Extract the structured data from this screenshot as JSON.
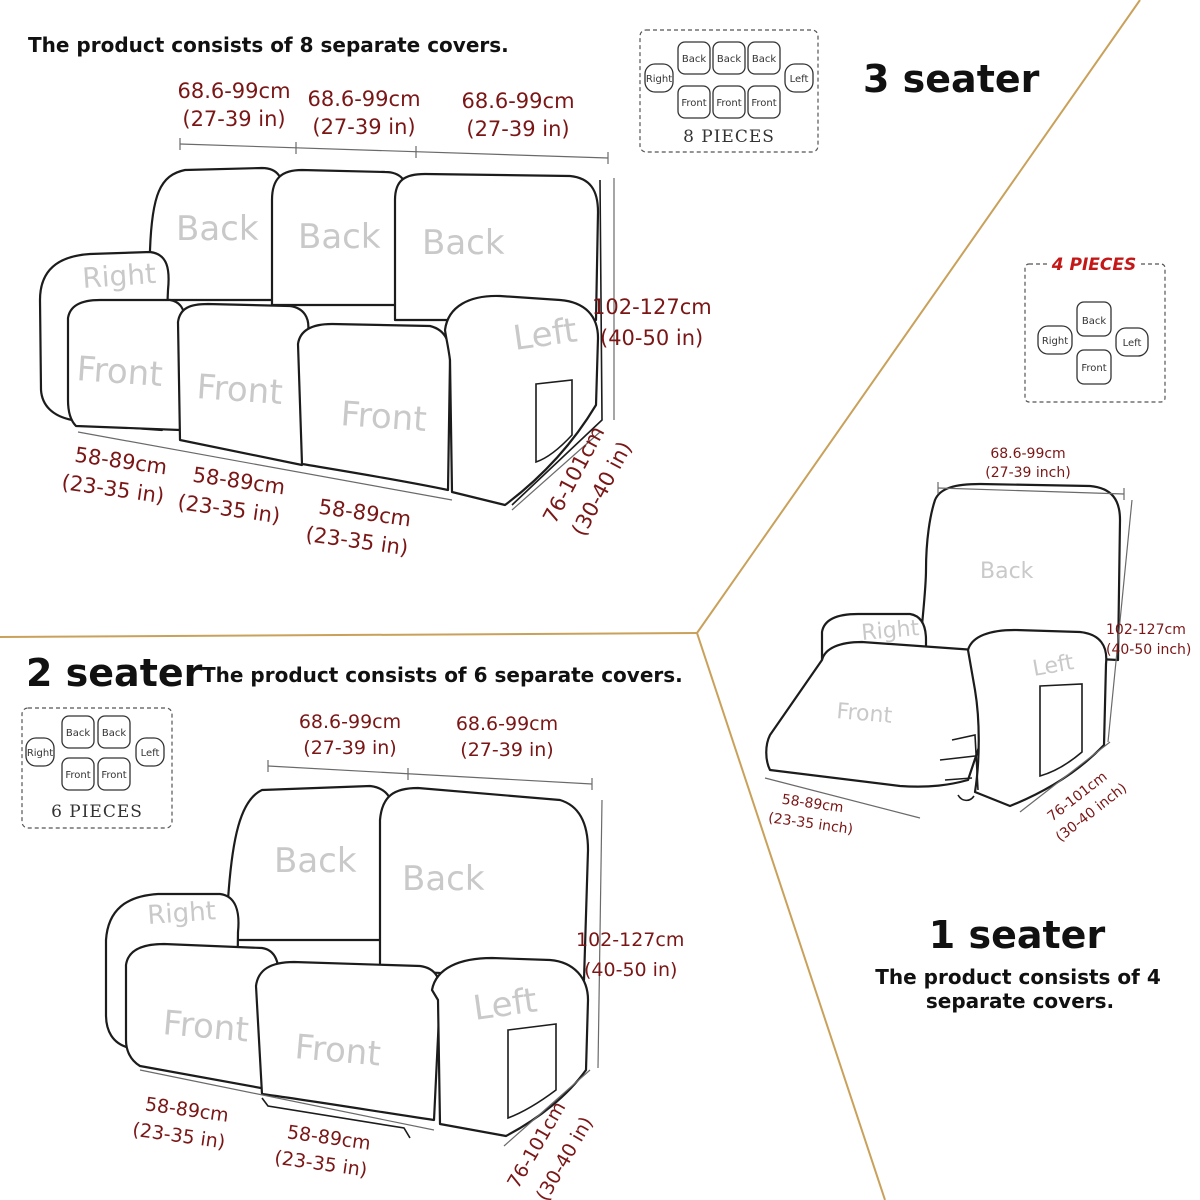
{
  "three_seater": {
    "title": "3 seater",
    "description": "The product consists of 8 separate covers.",
    "width_labels": [
      {
        "cm": "68.6-99cm",
        "in": "(27-39 in)"
      },
      {
        "cm": "68.6-99cm",
        "in": "(27-39 in)"
      },
      {
        "cm": "68.6-99cm",
        "in": "(27-39 in)"
      }
    ],
    "height_label": {
      "cm": "102-127cm",
      "in": "(40-50 in)"
    },
    "seat_labels": [
      {
        "cm": "58-89cm",
        "in": "(23-35 in)"
      },
      {
        "cm": "58-89cm",
        "in": "(23-35 in)"
      },
      {
        "cm": "58-89cm",
        "in": "(23-35 in)"
      }
    ],
    "depth_label": {
      "cm": "76-101cm",
      "in": "(30-40 in)"
    },
    "parts": {
      "back": "Back",
      "front": "Front",
      "right": "Right",
      "left": "Left"
    },
    "pieces_box": {
      "caption": "8 PIECES",
      "tiles": [
        "Back",
        "Back",
        "Back",
        "Right",
        "Left",
        "Front",
        "Front",
        "Front"
      ]
    }
  },
  "two_seater": {
    "title": "2 seater",
    "description": "The product consists of 6 separate covers.",
    "width_labels": [
      {
        "cm": "68.6-99cm",
        "in": "(27-39 in)"
      },
      {
        "cm": "68.6-99cm",
        "in": "(27-39 in)"
      }
    ],
    "height_label": {
      "cm": "102-127cm",
      "in": "(40-50 in)"
    },
    "seat_labels": [
      {
        "cm": "58-89cm",
        "in": "(23-35 in)"
      },
      {
        "cm": "58-89cm",
        "in": "(23-35 in)"
      }
    ],
    "depth_label": {
      "cm": "76-101cm",
      "in": "(30-40 in)"
    },
    "parts": {
      "back": "Back",
      "front": "Front",
      "right": "Right",
      "left": "Left"
    },
    "pieces_box": {
      "caption": "6 PIECES",
      "tiles": [
        "Back",
        "Back",
        "Right",
        "Left",
        "Front",
        "Front"
      ]
    }
  },
  "one_seater": {
    "title": "1 seater",
    "description_line1": "The product consists of 4",
    "description_line2": "separate covers.",
    "width_label": {
      "cm": "68.6-99cm",
      "in": "(27-39 inch)"
    },
    "height_label": {
      "cm": "102-127cm",
      "in": "(40-50 inch)"
    },
    "seat_label": {
      "cm": "58-89cm",
      "in": "(23-35 inch)"
    },
    "depth_label": {
      "cm": "76-101cm",
      "in": "(30-40 inch)"
    },
    "parts": {
      "back": "Back",
      "front": "Front",
      "right": "Right",
      "left": "Left"
    },
    "pieces_box": {
      "caption": "4 PIECES",
      "tiles": [
        "Back",
        "Right",
        "Left",
        "Front"
      ]
    }
  },
  "colors": {
    "measurement": "#7a1616",
    "part_label": "#c9c9c9",
    "divider": "#c9a15a",
    "pieces_accent": "#c41818"
  }
}
